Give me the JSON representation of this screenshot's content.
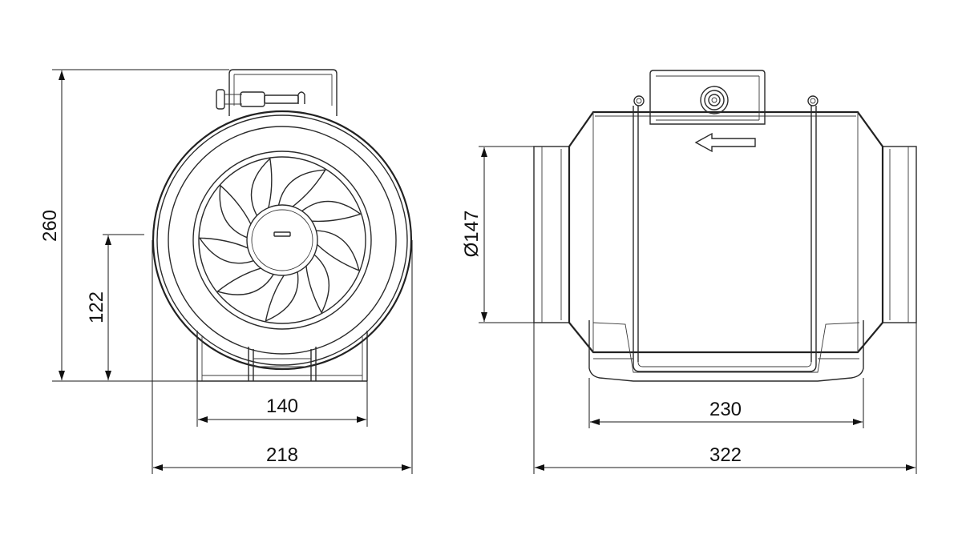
{
  "front_view": {
    "dim_width_total": "218",
    "dim_base_width": "140",
    "dim_height_total": "260",
    "dim_axis_height": "122"
  },
  "side_view": {
    "dim_diameter": "Ø147",
    "dim_body_length": "230",
    "dim_total_length": "322"
  }
}
